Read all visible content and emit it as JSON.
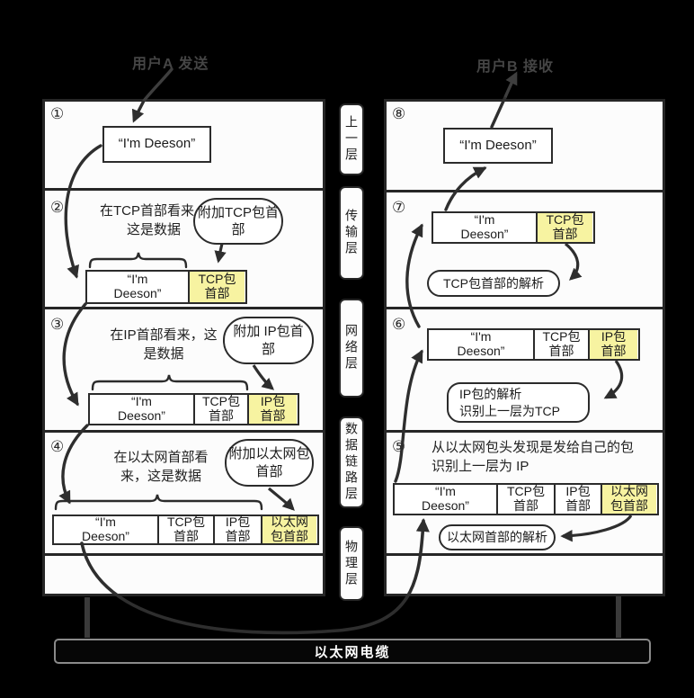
{
  "header": {
    "sender_label": "用户A 发送",
    "receiver_label": "用户B 接收"
  },
  "layer_labels": [
    "上一层",
    "传输层",
    "网络层",
    "数据链路层",
    "物理层"
  ],
  "cable_label": "以太网电缆",
  "section_numbers": {
    "s1": "①",
    "s2": "②",
    "s3": "③",
    "s4": "④",
    "s5": "⑤",
    "s6": "⑥",
    "s7": "⑦",
    "s8": "⑧"
  },
  "packet": {
    "message": "“I'm Deeson”",
    "message_wrapped": "“I'm\nDeeson”",
    "tcp_header": "TCP包\n首部",
    "ip_header": "IP包\n首部",
    "eth_header": "以太网\n包首部"
  },
  "notes": {
    "s2": "在TCP首部看来，\n这是数据",
    "s3": "在IP首部看来，这\n是数据",
    "s4": "在以太网首部看\n来，这是数据",
    "s5": "从以太网包头发现是发给自己的包\n识别上一层为 IP"
  },
  "bubbles": {
    "s2": "附加TCP包首\n部",
    "s3": "附加 IP包首\n部",
    "s4": "附加以太网包\n首部",
    "s7": "TCP包首部的解析",
    "s6": "IP包的解析\n识别上一层为TCP",
    "s5": "以太网首部的解析"
  },
  "colors": {
    "highlight_yellow": "#f7f3a1",
    "panel_white": "#fcfcfc",
    "ink": "#2b2b2b",
    "background": "#000000",
    "cable_text": "#ffffff"
  }
}
